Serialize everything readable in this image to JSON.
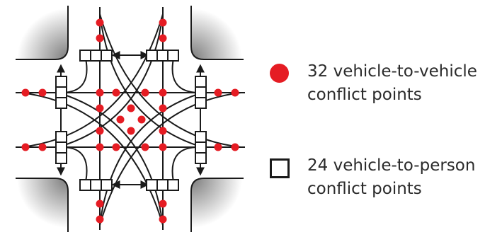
{
  "legend": {
    "vehicle_to_vehicle": {
      "line1": "32 vehicle-to-vehicle",
      "line2": "conflict points",
      "symbol": "red-dot-icon"
    },
    "vehicle_to_person": {
      "line1": "24 vehicle-to-person",
      "line2": "conflict points",
      "symbol": "open-square-icon"
    }
  },
  "colors": {
    "conflict_dot": "#e51c23",
    "line": "#1a1a1a",
    "text": "#2b2b2b",
    "curb_shadow": "#8a8a8a"
  }
}
